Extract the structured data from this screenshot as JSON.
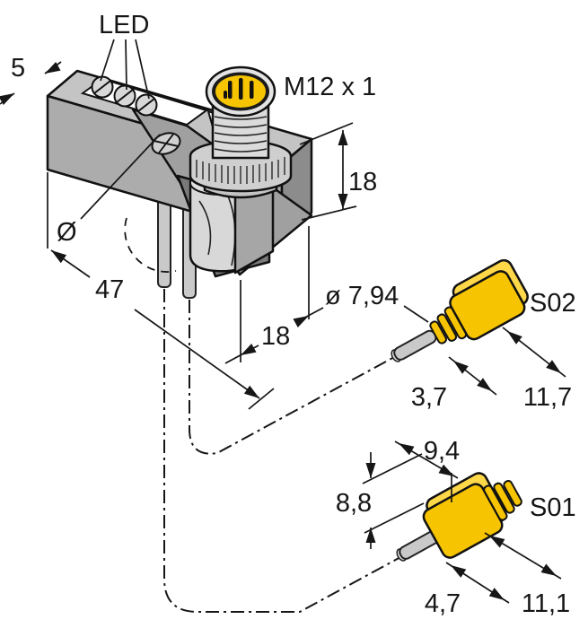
{
  "drawing": {
    "product_labels": {
      "led": "LED",
      "connector_thread": "M12 x 1",
      "sensor_s02": "S02",
      "sensor_s01": "S01"
    },
    "dimensions": {
      "edge_width": "5",
      "bore_diameter_symbol": "Ø",
      "body_length": "47",
      "body_height": "18",
      "body_depth": "18",
      "sleeve_diameter": "ø 7,94",
      "s02_sleeve_length": "3,7",
      "s02_body_length": "11,7",
      "s01_body_width": "9,4",
      "s01_body_height": "8,8",
      "s01_thread_length": "4,7",
      "s01_body_length": "11,1"
    },
    "colors": {
      "accent_yellow": "#F6C400",
      "accent_yellow_light": "#FFD84A",
      "line_black": "#111111",
      "body_gray": "#ACACAC"
    }
  }
}
